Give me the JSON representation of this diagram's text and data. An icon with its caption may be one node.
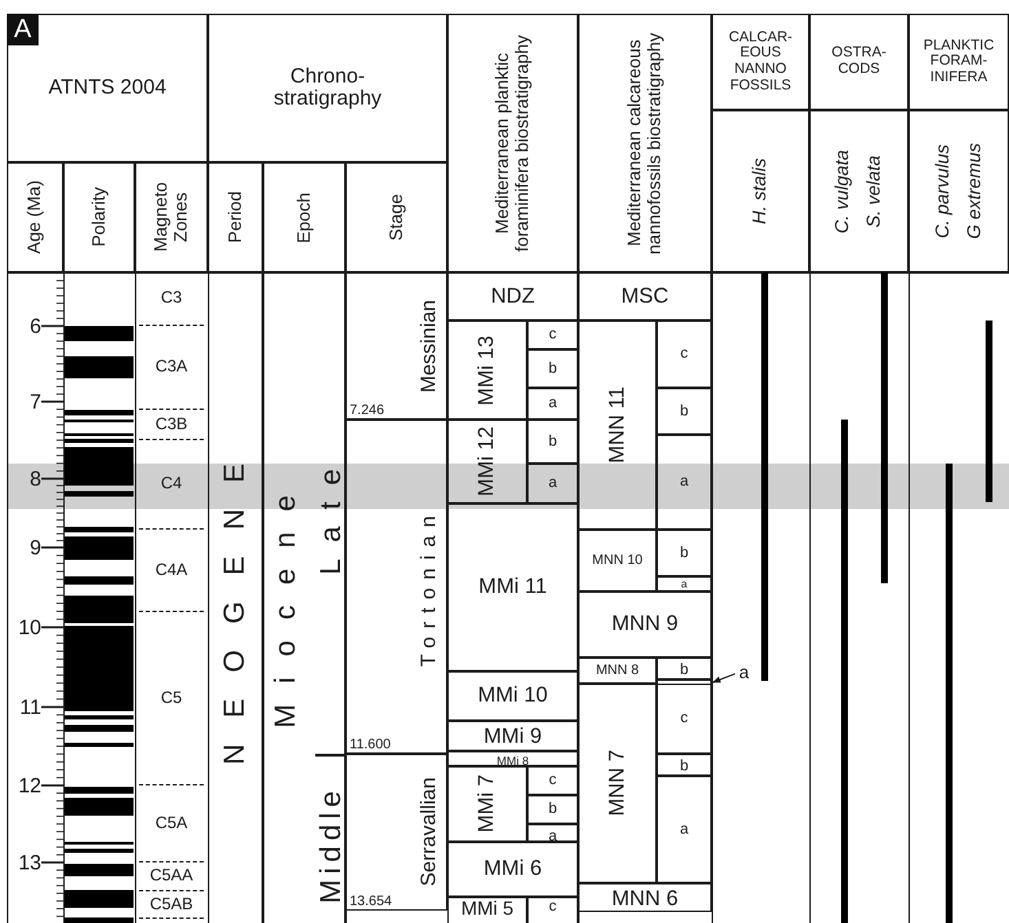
{
  "diagram": {
    "nodes": [
      {
        "text": [
          "ATNTS 2004"
        ]
      },
      {
        "text": [
          "Chrono-stratigraphy"
        ]
      },
      {
        "text": [
          "Mediterranean planktic foraminifera biostratigraphy"
        ]
      },
      {
        "text": [
          "Mediterranean calcareous nannofossils biostratigraphy"
        ]
      },
      {
        "text": [
          "CALCAR-EOUS NANNO FOSSILS"
        ]
      },
      {
        "text": [
          "OSTRA-CODS"
        ]
      },
      {
        "text": [
          "PLANKTIC FORAM-INIFERA"
        ]
      },
      {
        "text": [
          "Age (Ma)"
        ]
      },
      {
        "text": [
          "Polarity"
        ]
      },
      {
        "text": [
          "Magneto Zones"
        ]
      },
      {
        "text": [
          "Period"
        ]
      },
      {
        "text": [
          "Epoch"
        ]
      },
      {
        "text": [
          "Stage"
        ]
      },
      {
        "text": [
          "H. stalis"
        ]
      },
      {
        "text": [
          "C. vulgata",
          "S. velata"
        ]
      },
      {
        "text": [
          "C. parvulus",
          "G extremus"
        ]
      },
      {
        "text": [
          "C3"
        ]
      },
      {
        "text": [
          "C3A"
        ]
      },
      {
        "text": [
          "C3B"
        ]
      },
      {
        "text": [
          "C4"
        ]
      },
      {
        "text": [
          "C4A"
        ]
      },
      {
        "text": [
          "C5"
        ]
      },
      {
        "text": [
          "C5A"
        ]
      },
      {
        "text": [
          "C5AA"
        ]
      },
      {
        "text": [
          "C5AB"
        ]
      },
      {
        "text": [
          "NEOGENE"
        ]
      },
      {
        "text": [
          "Miocene"
        ]
      },
      {
        "text": [
          "Late"
        ],
        "in": 26
      },
      {
        "text": [
          "Middle"
        ],
        "in": 26
      },
      {
        "text": [
          "Messinian"
        ]
      },
      {
        "text": [
          "Tortonian"
        ]
      },
      {
        "text": [
          "Serravallian"
        ]
      },
      {
        "text": [
          "NDZ"
        ]
      },
      {
        "text": [
          "MMi 13"
        ]
      },
      {
        "text": [
          "c"
        ]
      },
      {
        "text": [
          "b"
        ]
      },
      {
        "text": [
          "a"
        ]
      },
      {
        "text": [
          "MMi 12"
        ]
      },
      {
        "text": [
          "b"
        ]
      },
      {
        "text": [
          "a"
        ]
      },
      {
        "text": [
          "MMi 11"
        ]
      },
      {
        "text": [
          "MMi 10"
        ]
      },
      {
        "text": [
          "MMi 9"
        ]
      },
      {
        "text": [
          "MMi 8"
        ]
      },
      {
        "text": [
          "MMi 7"
        ]
      },
      {
        "text": [
          "c"
        ]
      },
      {
        "text": [
          "b"
        ]
      },
      {
        "text": [
          "a"
        ]
      },
      {
        "text": [
          "MMi 6"
        ]
      },
      {
        "text": [
          "MMi 5"
        ]
      },
      {
        "text": [
          "c"
        ]
      },
      {
        "text": [
          "MSC"
        ]
      },
      {
        "text": [
          "MNN 11"
        ]
      },
      {
        "text": [
          "c"
        ]
      },
      {
        "text": [
          "b"
        ]
      },
      {
        "text": [
          "a"
        ]
      },
      {
        "text": [
          "MNN 10"
        ]
      },
      {
        "text": [
          "b"
        ]
      },
      {
        "text": [
          "a"
        ]
      },
      {
        "text": [
          "MNN 9"
        ]
      },
      {
        "text": [
          "MNN 8"
        ]
      },
      {
        "text": [
          "b"
        ]
      },
      {
        "text": [],
        "shape": "box"
      },
      {
        "text": [
          "MNN 7"
        ]
      },
      {
        "text": [
          "c"
        ]
      },
      {
        "text": [
          "b"
        ]
      },
      {
        "text": [
          "a"
        ]
      },
      {
        "text": [
          "MNN 6"
        ]
      },
      {
        "text": [
          "a"
        ]
      }
    ],
    "edges": [
      {
        "from": 68,
        "to": 62,
        "arrow": "to"
      }
    ],
    "labels": [
      "A",
      "6",
      "7",
      "8",
      "9",
      "10",
      "11",
      "12",
      "13",
      "7.246",
      "11.600",
      "13.654"
    ]
  }
}
